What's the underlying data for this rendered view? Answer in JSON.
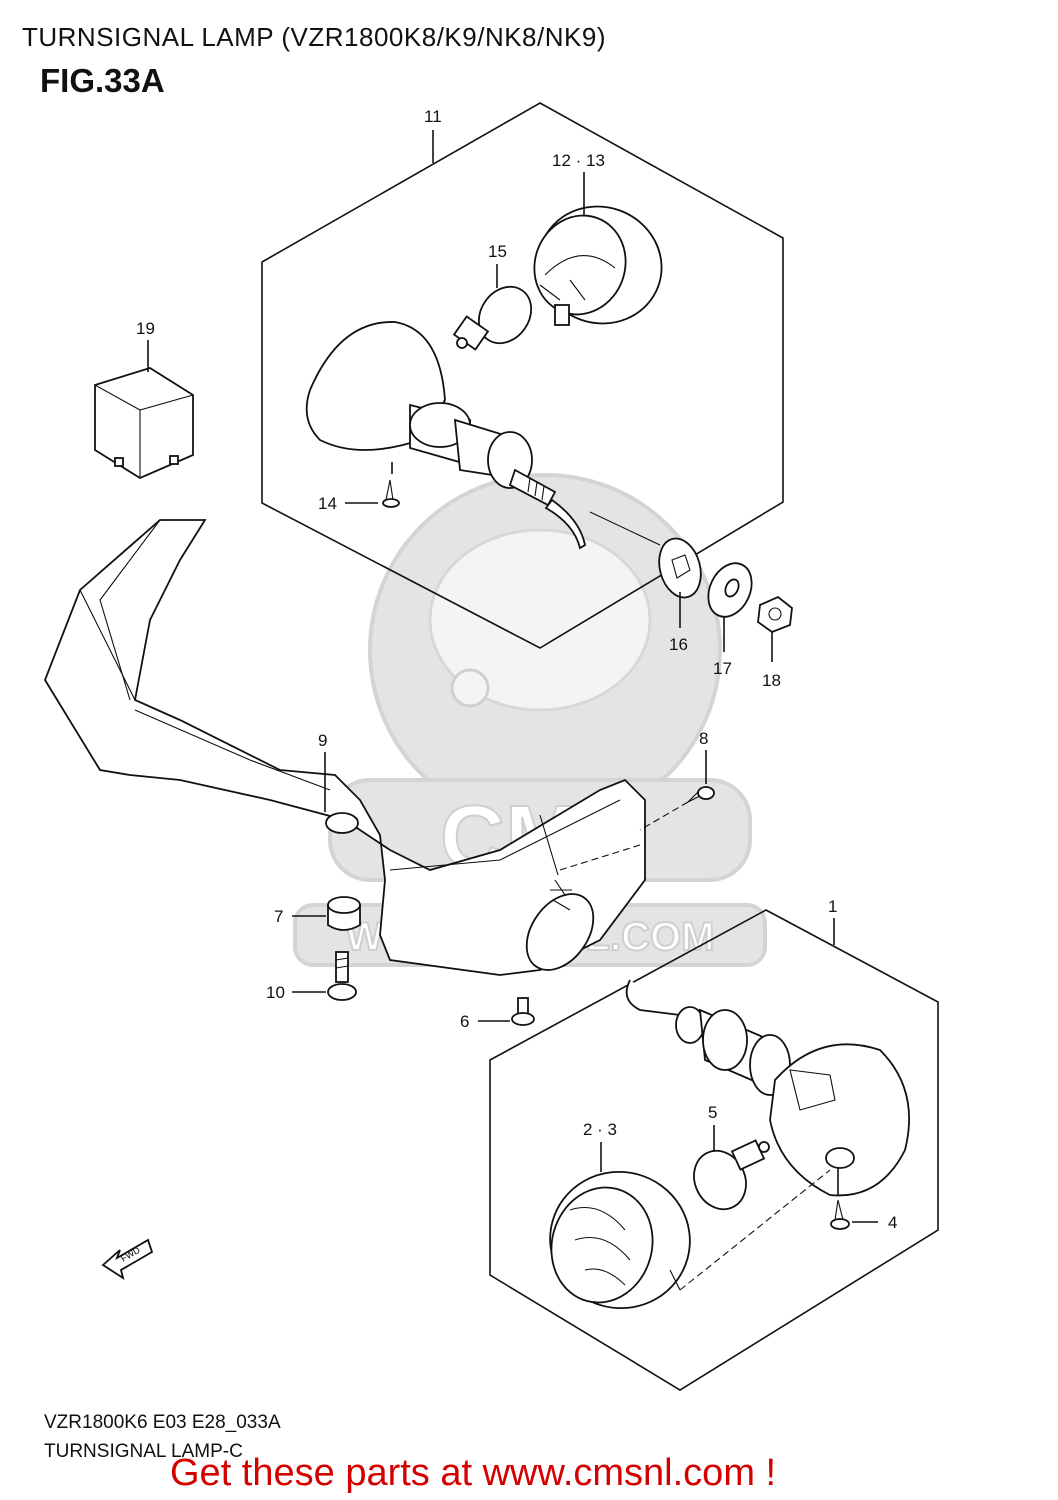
{
  "header": {
    "title": "TURNSIGNAL LAMP (VZR1800K8/K9/NK8/NK9)",
    "figure": "FIG.33A"
  },
  "callouts": {
    "p1": "1",
    "p2_3": "2 · 3",
    "p4": "4",
    "p5": "5",
    "p6": "6",
    "p7": "7",
    "p8": "8",
    "p9": "9",
    "p10": "10",
    "p11": "11",
    "p12_13": "12 · 13",
    "p14": "14",
    "p15": "15",
    "p16": "16",
    "p17": "17",
    "p18": "18",
    "p19": "19"
  },
  "watermark": {
    "brand": "CMS",
    "url": "WWW.CMSNL.COM"
  },
  "footer": {
    "code": "VZR1800K6 E03 E28_033A",
    "caption": "TURNSIGNAL LAMP-C",
    "promo": "Get these parts at www.cmsnl.com !"
  },
  "icons": {
    "direction": "fwd-arrow-icon"
  },
  "colors": {
    "promo": "#d40000",
    "ink": "#111111",
    "watermark": "#e4e4e4"
  }
}
